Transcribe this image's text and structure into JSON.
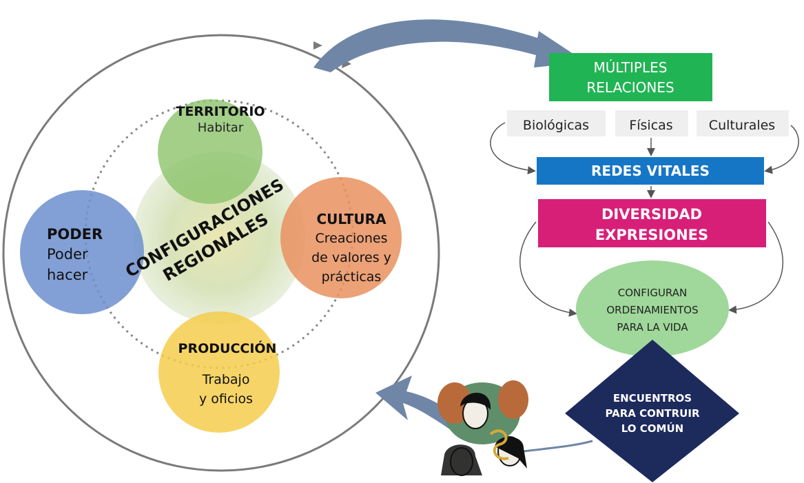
{
  "left": {
    "center": {
      "line1": "CONFIGURACIONES",
      "line2": "REGIONALES"
    },
    "territorio": {
      "title": "TERRITORIO",
      "line1": "Habitar"
    },
    "poder": {
      "title": "PODER",
      "line1": "Poder",
      "line2": "hacer"
    },
    "cultura": {
      "title": "CULTURA",
      "line1": "Creaciones",
      "line2": "de valores y",
      "line3": "prácticas"
    },
    "produccion": {
      "title": "PRODUCCIÓN",
      "line1": "Trabajo",
      "line2": "y oficios"
    }
  },
  "right": {
    "multiples": {
      "line1": "MÚLTIPLES",
      "line2": "RELACIONES"
    },
    "relations": [
      "Biológicas",
      "Físicas",
      "Culturales"
    ],
    "redes": "REDES VITALES",
    "diversidad": {
      "line1": "DIVERSIDAD",
      "line2": "EXPRESIONES"
    },
    "configuran": {
      "line1": "CONFIGURAN",
      "line2": "ORDENAMIENTOS",
      "line3": "PARA LA VIDA"
    },
    "encuentros": {
      "line1": "ENCUENTROS",
      "line2": "PARA CONTRUIR",
      "line3": "LO COMÚN"
    }
  },
  "colors": {
    "territorio": "#8cc36b",
    "poder": "#6c8fcf",
    "cultura": "#e9915f",
    "produccion": "#f5cc4c",
    "multiples": "#21b454",
    "redes": "#1676c6",
    "diversidad": "#d81f78",
    "configuran": "#9fd89a",
    "encuentros": "#1c2a5c",
    "arrow": "#6f86a6"
  },
  "icons": {
    "illustration": "women-faces-illustration-icon"
  }
}
